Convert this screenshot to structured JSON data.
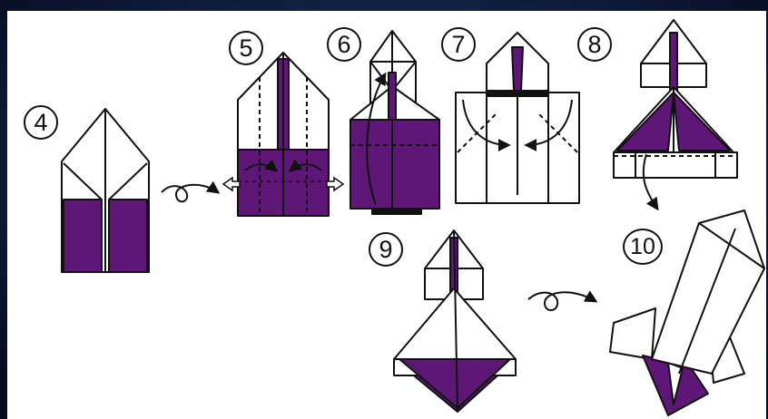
{
  "steps": [
    {
      "id": "step-4",
      "label": "4"
    },
    {
      "id": "step-5",
      "label": "5"
    },
    {
      "id": "step-6",
      "label": "6"
    },
    {
      "id": "step-7",
      "label": "7"
    },
    {
      "id": "step-8",
      "label": "8"
    },
    {
      "id": "step-9",
      "label": "9"
    },
    {
      "id": "step-10",
      "label": "10"
    }
  ],
  "colors": {
    "paper_colored": "#5e1777",
    "paper_white": "#ffffff",
    "line": "#111111",
    "panel": "#ffffff",
    "background": "#0b1430"
  },
  "icons": [
    "turn-over-arrow-icon",
    "fold-arrow-icon",
    "unfold-arrow-icon"
  ]
}
